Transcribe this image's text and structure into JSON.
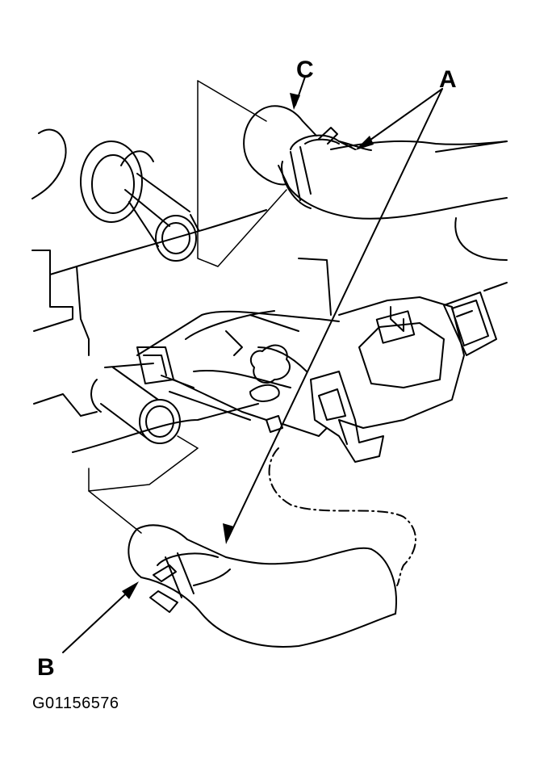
{
  "callouts": {
    "a": "A",
    "b": "B",
    "c": "C"
  },
  "figure_id": "G01156576",
  "colors": {
    "ink": "#000000",
    "paper": "#ffffff"
  }
}
